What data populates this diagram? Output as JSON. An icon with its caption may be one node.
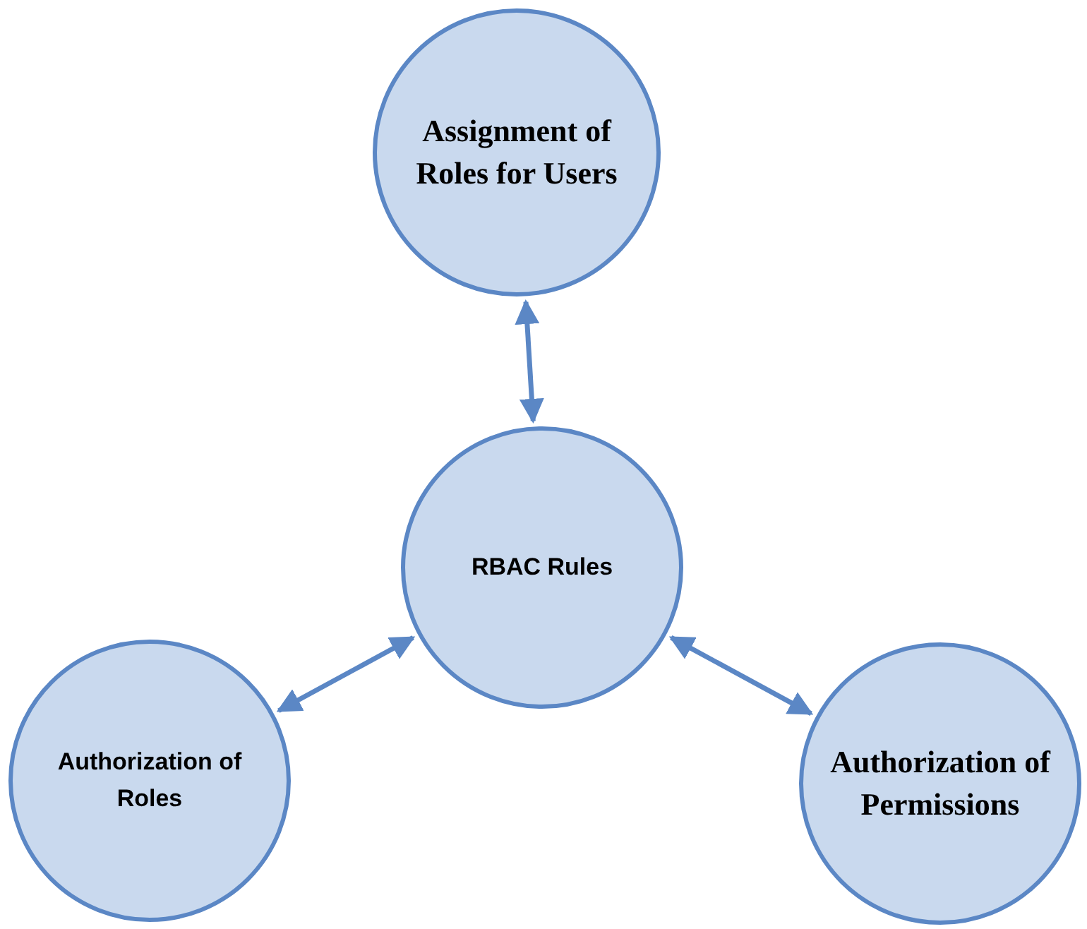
{
  "diagram": {
    "nodes": [
      {
        "text": [
          "Assignment of Roles for Users"
        ]
      },
      {
        "text": [
          "RBAC Rules"
        ]
      },
      {
        "text": [
          "Authorization of Roles"
        ]
      },
      {
        "text": [
          "Authorization of Permissions"
        ]
      }
    ],
    "edges": [
      {
        "from": 0,
        "to": 1,
        "arrow": "both"
      },
      {
        "from": 1,
        "to": 2,
        "arrow": "both"
      },
      {
        "from": 1,
        "to": 3,
        "arrow": "both"
      }
    ]
  }
}
